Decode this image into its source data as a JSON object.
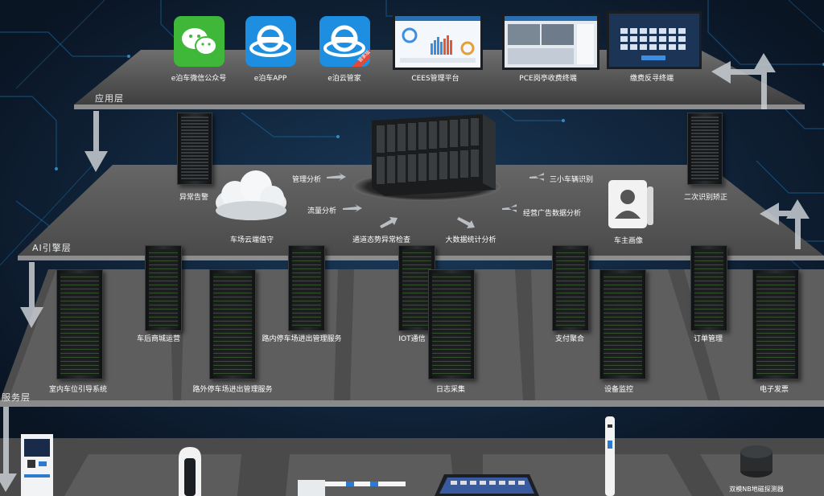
{
  "layers": {
    "application": "应用层",
    "ai_engine": "AI引擎层",
    "service": "服务层"
  },
  "app_layer": {
    "items": [
      {
        "label": "e泊车微信公众号",
        "icon": "wechat-icon"
      },
      {
        "label": "e泊车APP",
        "icon": "e-logo-icon"
      },
      {
        "label": "e泊云管家",
        "icon": "e-logo-icon"
      },
      {
        "label": "CEES管理平台",
        "icon": "dashboard-screen"
      },
      {
        "label": "PCE岗亭收费终端",
        "icon": "booth-terminal-screen"
      },
      {
        "label": "缴费反寻终端",
        "icon": "payment-kiosk-screen"
      }
    ],
    "badge": "管家版"
  },
  "ai_layer": {
    "labels": {
      "alarm": "异常告警",
      "cloud_guard": "车场云端值守",
      "management_analysis": "管理分析",
      "traffic_analysis": "流量分析",
      "channel_check": "通道态势异常检查",
      "big_data": "大数据统计分析",
      "small_vehicle_recognition": "三小车辆识别",
      "ad_data_analysis": "经营广告数据分析",
      "owner_profile": "车主画像",
      "secondary_recognition": "二次识别矫正"
    }
  },
  "service_layer": {
    "labels": {
      "after_market": "车后商城运营",
      "onstreet_parking": "路内停车场进出管理服务",
      "iot": "IOT通信",
      "payment": "支付聚合",
      "order": "订单管理",
      "indoor_guidance": "室内车位引导系统",
      "offstreet_parking": "路外停车场进出管理服务",
      "log": "日志采集",
      "device_monitor": "设备监控",
      "e_invoice": "电子发票"
    }
  },
  "device_layer": {
    "detector": "双模NB地磁探测器"
  },
  "colors": {
    "background": "#0d1a2c",
    "circuit": "#1e6fa8",
    "platform": "#5b5b5b",
    "platform_edge": "#8a8a8a",
    "arrow": "#c9ced3"
  }
}
